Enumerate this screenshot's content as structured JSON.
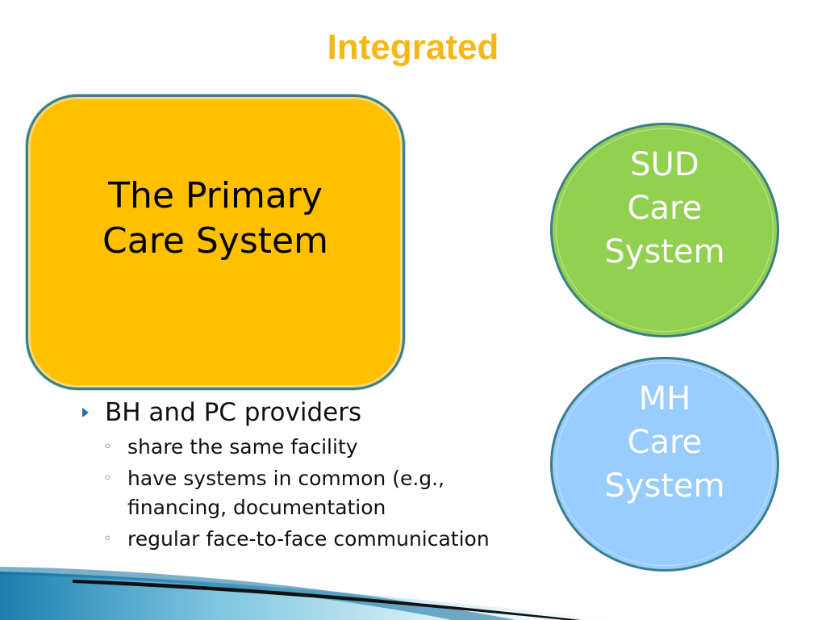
{
  "slide": {
    "title": "Integrated",
    "primary_system": {
      "label": "The Primary\nCare System",
      "color": "#FFC000"
    },
    "circles": [
      {
        "label": "SUD\nCare\nSystem",
        "color": "#92D050"
      },
      {
        "label": "MH\nCare\nSystem",
        "color": "#99CCFF"
      }
    ],
    "bullets": {
      "main": "BH and PC providers",
      "subs": [
        "share the same facility",
        "have systems in common (e.g., financing, documentation",
        "regular face-to-face communication"
      ]
    },
    "colors": {
      "title": "#F6B817",
      "accent": "#1E6FA8",
      "border": "#3A7F86"
    }
  }
}
